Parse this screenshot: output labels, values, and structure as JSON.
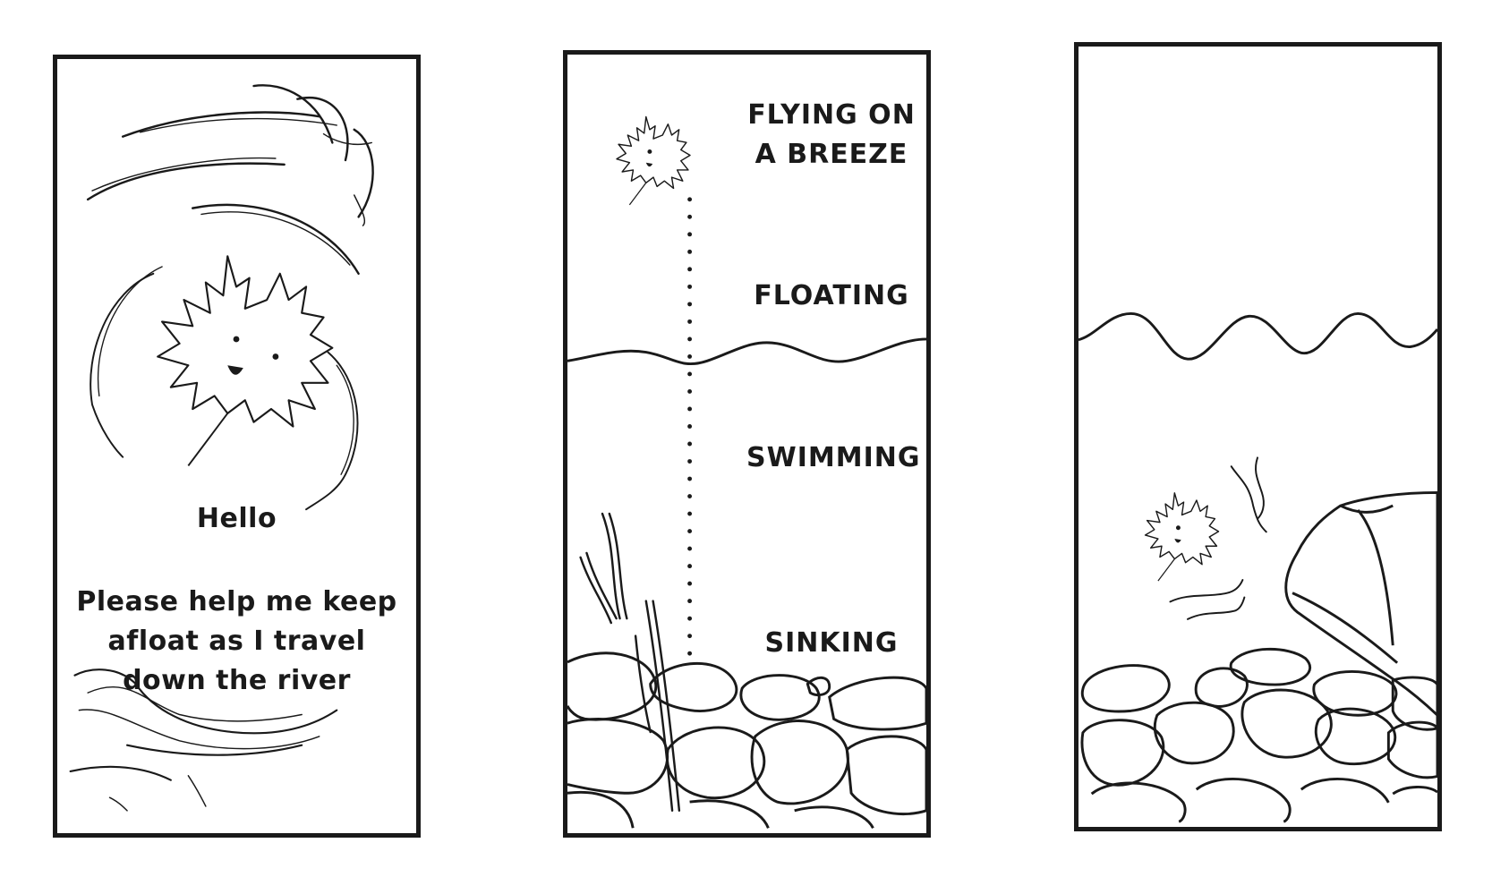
{
  "panels": {
    "left": {
      "greeting": "Hello",
      "message": "Please help me keep afloat as I travel down the river"
    },
    "middle": {
      "labels": {
        "flying": "FLYING ON A BREEZE",
        "floating": "FLOATING",
        "swimming": "SWIMMING",
        "sinking": "SINKING"
      }
    },
    "right": {}
  },
  "colors": {
    "ink": "#1a1a1a",
    "paper": "#ffffff"
  },
  "icons": [
    "maple-leaf-icon",
    "wind-swirl-icon",
    "water-wave-icon",
    "river-rock-icon",
    "reed-icon",
    "current-ripple-icon"
  ]
}
